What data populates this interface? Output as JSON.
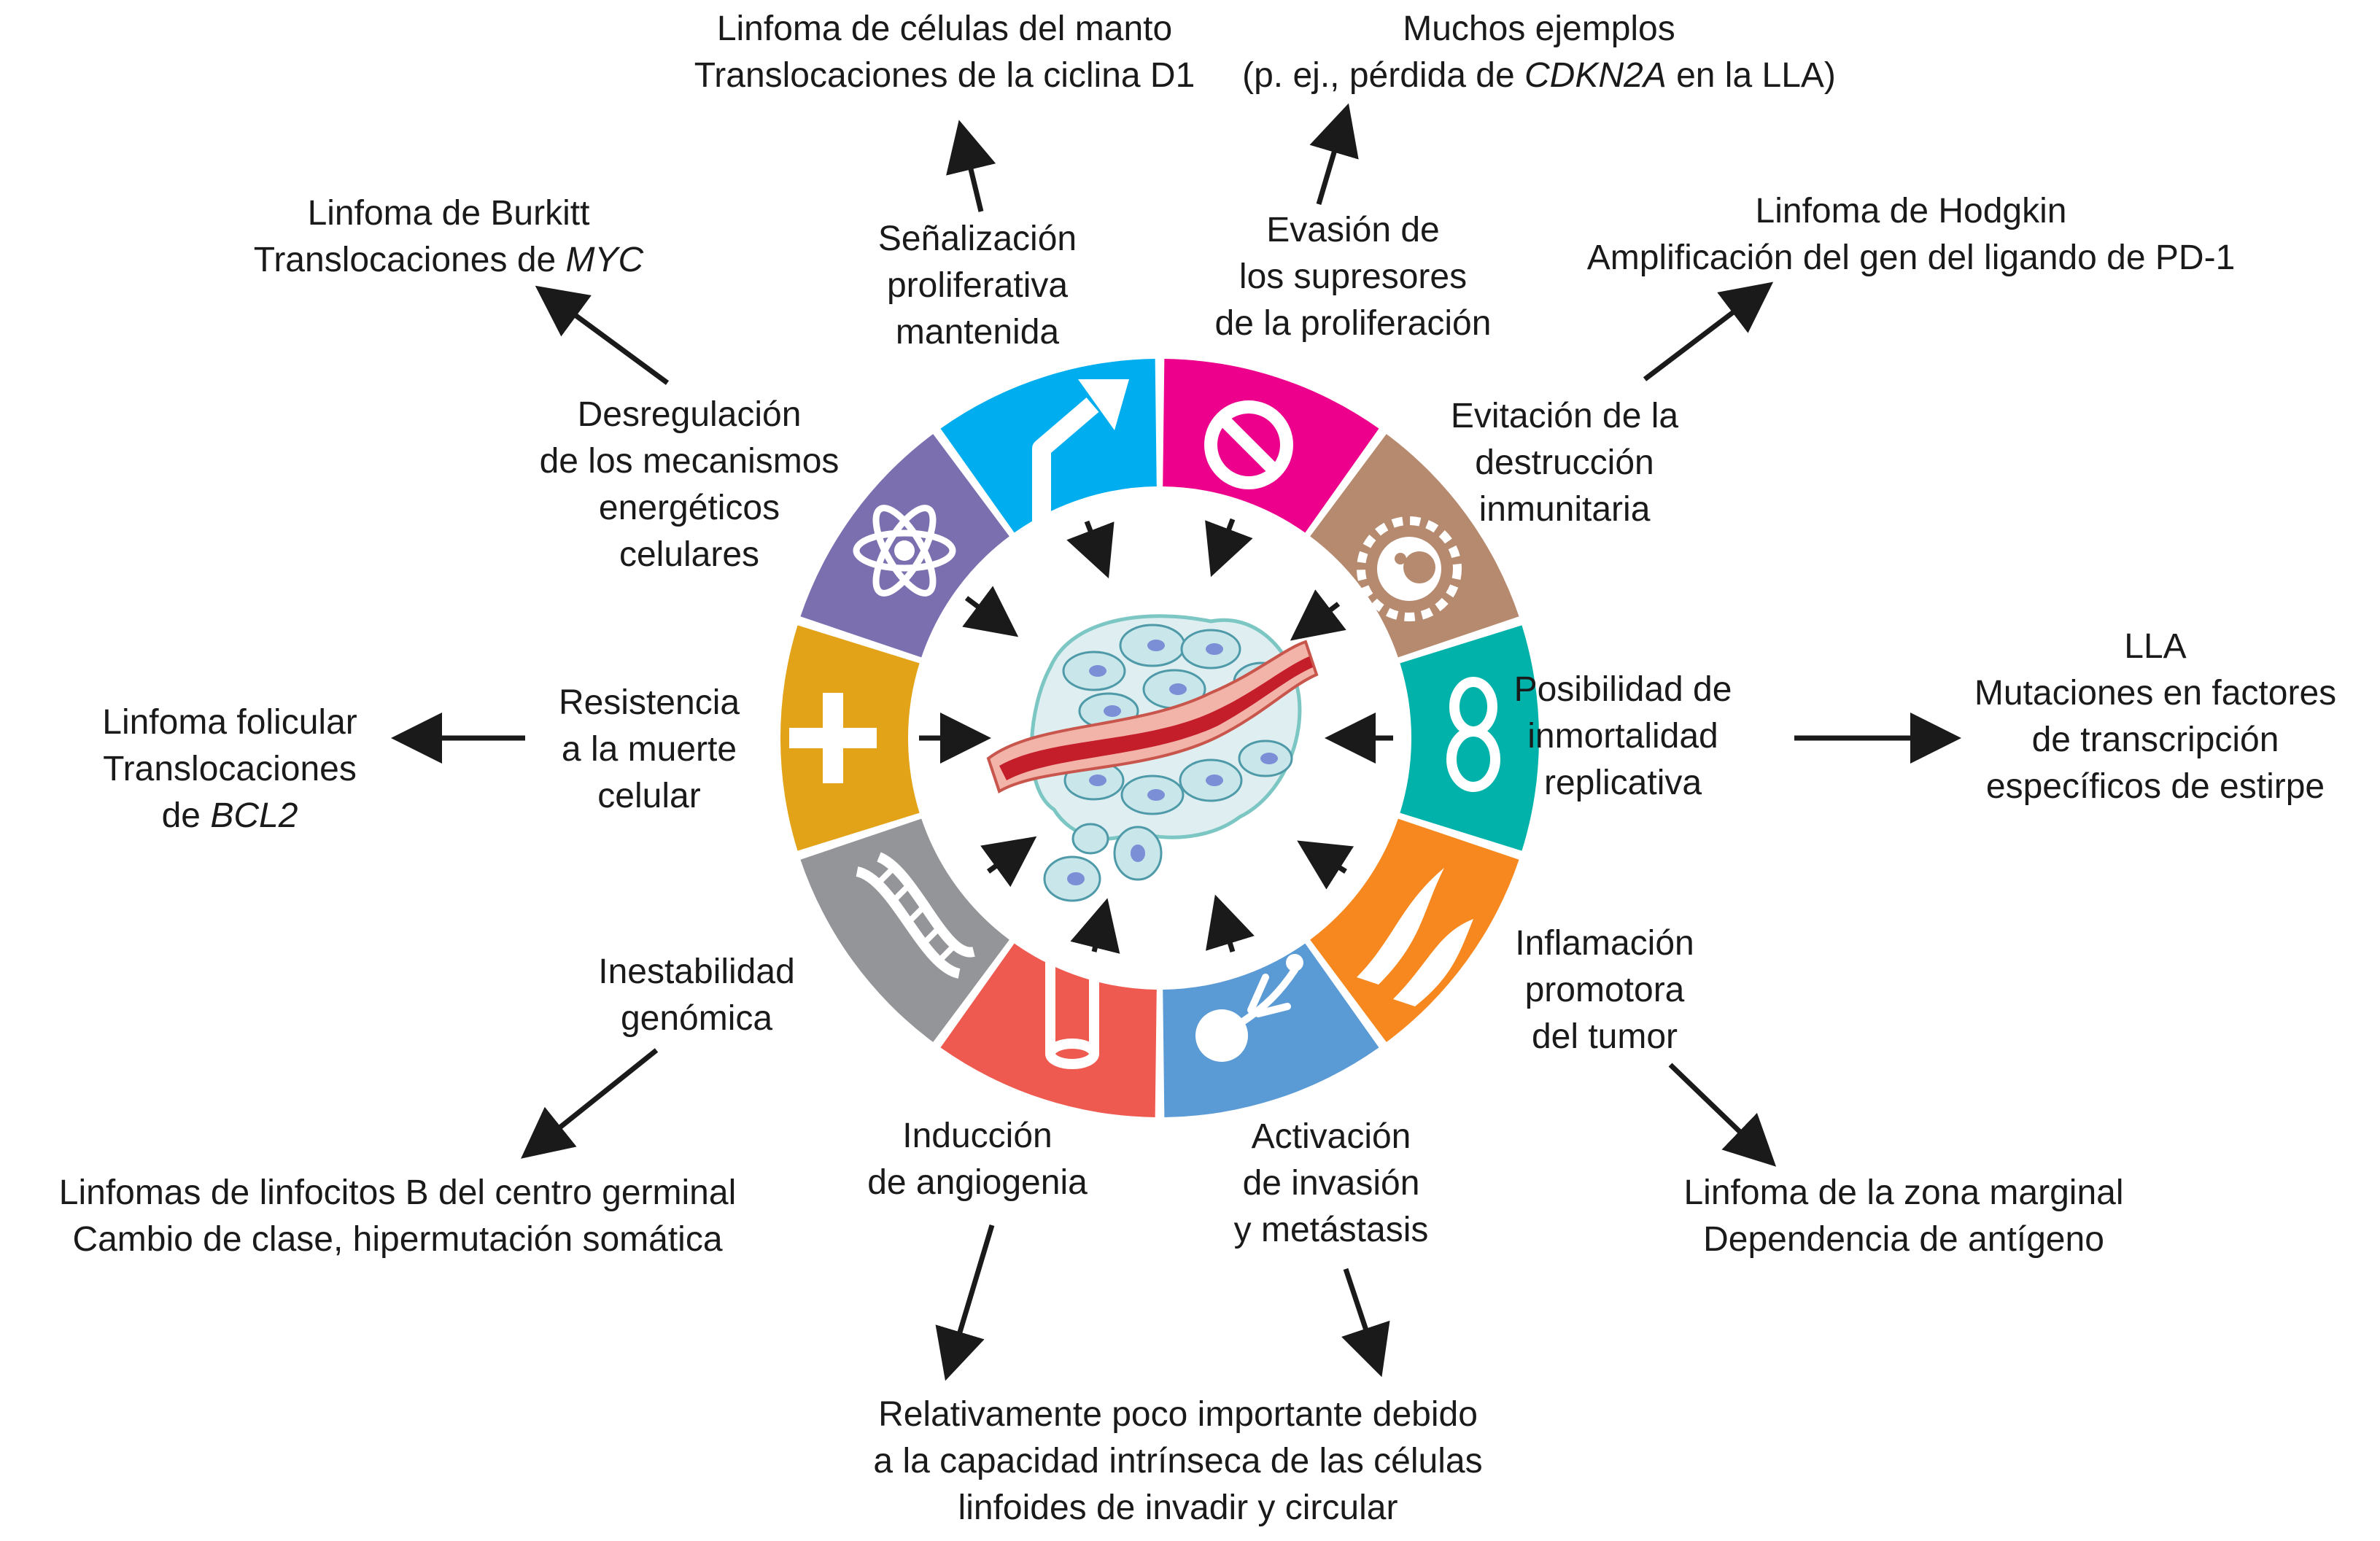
{
  "colors": {
    "proliferative_signaling": "#00aeef",
    "evading_growth_suppressors": "#ec008c",
    "avoiding_immune_destruction": "#b68a6e",
    "replicative_immortality": "#00b2a9",
    "tumor_promoting_inflammation": "#f7881f",
    "invasion_metastasis": "#5b9bd5",
    "angiogenesis": "#ef5a50",
    "genome_instability": "#939598",
    "resisting_cell_death": "#e2a319",
    "energetics": "#7b6fb0",
    "arrow": "#1a1a1a"
  },
  "hallmarks": {
    "proliferative": [
      "Señalización",
      "proliferativa",
      "mantenida"
    ],
    "suppressors": [
      "Evasión de",
      "los supresores",
      "de la proliferación"
    ],
    "immune": [
      "Evitación de la",
      "destrucción",
      "inmunitaria"
    ],
    "immortality": [
      "Posibilidad de",
      "inmortalidad",
      "replicativa"
    ],
    "inflammation": [
      "Inflamación",
      "promotora",
      "del tumor"
    ],
    "invasion": [
      "Activación",
      "de invasión",
      "y metástasis"
    ],
    "angiogenesis": [
      "Inducción",
      "de angiogenia"
    ],
    "genome": [
      "Inestabilidad",
      "genómica"
    ],
    "death": [
      "Resistencia",
      "a la muerte",
      "celular"
    ],
    "energetics": [
      "Desregulación",
      "de los mecanismos",
      "energéticos",
      "celulares"
    ]
  },
  "examples": {
    "mantle": [
      "Linfoma de células del manto",
      "Translocaciones de la ciclina D1"
    ],
    "many": {
      "line1": "Muchos ejemplos",
      "line2_pre": "(p. ej., pérdida de ",
      "line2_gene": "CDKN2A",
      "line2_post": " en la LLA)"
    },
    "hodgkin": [
      "Linfoma de Hodgkin",
      "Amplificación del gen del ligando de PD-1"
    ],
    "all": [
      "LLA",
      "Mutaciones en factores",
      "de transcripción",
      "específicos de estirpe"
    ],
    "marginal": [
      "Linfoma de la zona marginal",
      "Dependencia de antígeno"
    ],
    "invasion_note": [
      "Relativamente poco importante debido",
      "a la capacidad intrínseca de las células",
      "linfoides de invadir y circular"
    ],
    "germinal": [
      "Linfomas de linfocitos B del centro germinal",
      "Cambio de clase, hipermutación somática"
    ],
    "follicular": {
      "line1": "Linfoma folicular",
      "line2": "Translocaciones",
      "line3_pre": "de ",
      "line3_gene": "BCL2"
    },
    "burkitt": {
      "line1": "Linfoma de Burkitt",
      "line2_pre": "Translocaciones de ",
      "line2_gene": "MYC"
    }
  }
}
